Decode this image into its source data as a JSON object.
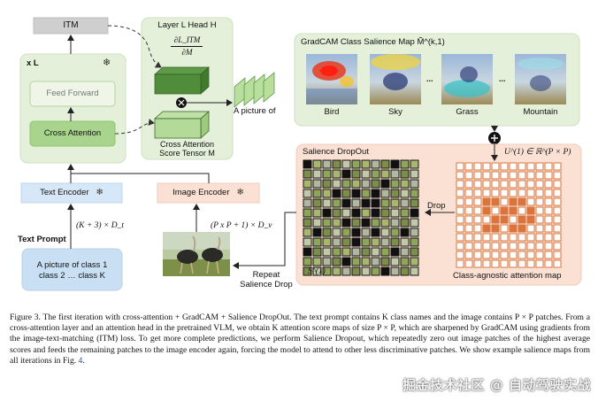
{
  "diagram": {
    "itm_label": "ITM",
    "xl_label": "x L",
    "feed_forward_label": "Feed Forward",
    "cross_attention_label": "Cross Attention",
    "text_encoder_label": "Text Encoder",
    "image_encoder_label": "Image Encoder",
    "text_prompt_title": "Text Prompt",
    "text_prompt_line1": "A picture of class 1",
    "text_prompt_line2": "class 2 … class K",
    "text_dim_label": "(K + 3) × D_t",
    "image_dim_label": "(P x P + 1) × D_v",
    "layer_head_title": "Layer L Head H",
    "grad_num": "∂L_ITM",
    "grad_den": "∂M",
    "cross_attention_tensor_line1": "Cross Attention",
    "cross_attention_tensor_line2": "Score Tensor M",
    "a_picture_of": "A  picture of",
    "gradcam_title": "GradCAM Class Salience Map M̃^(k,1)",
    "salience_classes": [
      "Bird",
      "Sky",
      "Grass",
      "Mountain"
    ],
    "ellipsis": "...",
    "u_label": "U^(1) ∈ ℝ^(P × P)",
    "salience_dropout_title": "Salience DropOut",
    "drop_label": "Drop",
    "s_label": "S^(1)",
    "class_agnostic_label": "Class-agnostic attention map",
    "repeat_label_line1": "Repeat",
    "repeat_label_line2": "Salience Drop",
    "snowflake": "❄"
  },
  "caption": {
    "text": "Figure 3. The first iteration with cross-attention + GradCAM + Salience DropOut. The text prompt contains K class names and the image contains P × P patches. From a cross-attention layer and an attention head in the pretrained VLM, we obtain K attention score maps of size P × P, which are sharpened by GradCAM using gradients from the image-text-matching (ITM) loss. To get more complete predictions, we perform Salience Dropout, which repeatedly zero out image patches of the highest average scores and feeds the remaining patches to the image encoder again, forcing the model to attend to other less discriminative patches. We show example salience maps from all iterations in Fig. ",
    "fig_ref": "4",
    "end": "."
  },
  "watermark": "掘金技术社区 @ 自动驾驶实战",
  "colors": {
    "green_panel": "#e3f0d8",
    "green_box": "#a8d48c",
    "blue_box": "#d6e7f7",
    "orange_panel": "#fbe1d4",
    "gray_box": "#d0d0d0",
    "dark_green": "#2f7a24"
  }
}
